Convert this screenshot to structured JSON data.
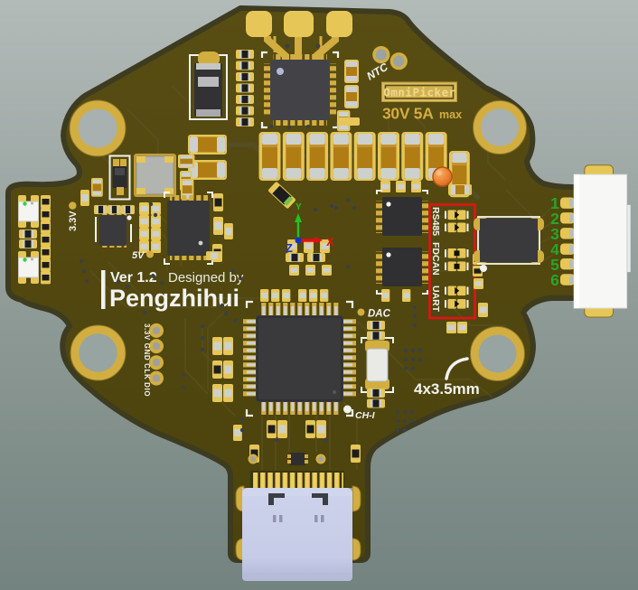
{
  "board": {
    "brand": "OmniPicker",
    "rating": "30V 5A",
    "rating_suffix": "max",
    "ntc_label": "NTC",
    "version": "Ver 1.2",
    "designed_by": "Designed by",
    "author": "Pengzhihui",
    "rail_3v3": "3.3V",
    "rail_5v": "5V",
    "debug_header": "3.3V GND CLK DIO",
    "dac_label": "DAC",
    "chi_label": "CH-I",
    "hole_note": "4x3.5mm",
    "interfaces": [
      "RS485",
      "FDCAN",
      "UART"
    ],
    "connector_pins": [
      "1",
      "2",
      "3",
      "4",
      "5",
      "6"
    ],
    "axes": {
      "x": "X",
      "y": "Y",
      "z": "Z"
    }
  },
  "colors": {
    "bg_top": "#b3bbb9",
    "bg_bot": "#73837f",
    "board_hi": "#584d13",
    "board": "#51470f",
    "board_lo": "#4b420e",
    "edge": "#3d3b20",
    "gold": "#d2ae41",
    "gold_hi": "#e6c656",
    "gold_pale": "#eedc9a",
    "amber": "#b07d15",
    "silver": "#cdd1cd",
    "silver_lo": "#9fa3a0",
    "chip": "#39393b",
    "chip_hi": "#434347",
    "silk": "#f2f3ef",
    "red": "#e11414",
    "green": "#2aa32a",
    "orange": "#ed8434",
    "usb": "#c6cbe7",
    "usb_lo": "#b2b7d6",
    "hole_top": "#a8b1af",
    "hole_bot": "#97a4a1",
    "trace": "#5c5628",
    "trace_gray": "#555336",
    "via": "#394046",
    "lavender": "#b6b6d6"
  }
}
